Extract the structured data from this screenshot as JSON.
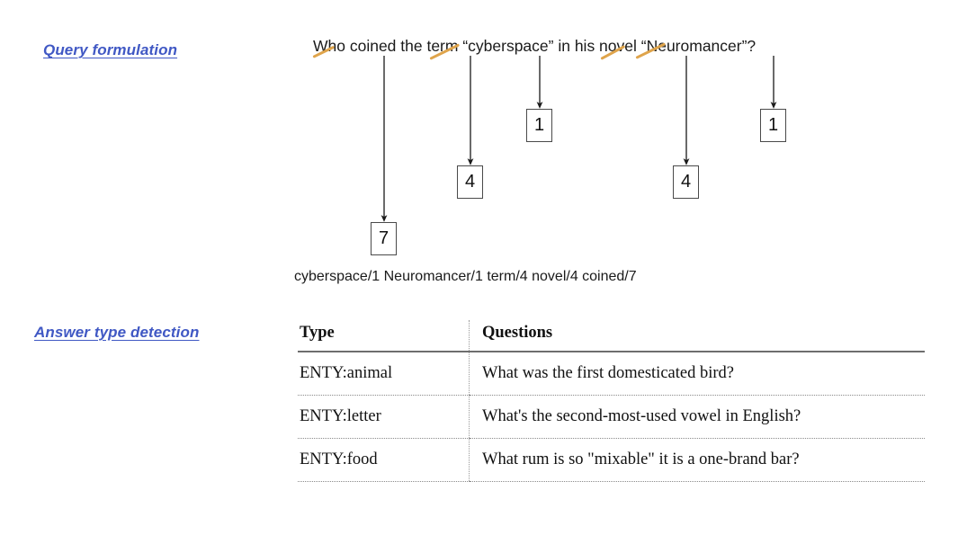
{
  "sections": {
    "query_formulation_label": "Query formulation",
    "answer_type_label": "Answer type detection"
  },
  "query": {
    "question": "Who coined the term “cyberspace” in his novel “Neuromancer”?",
    "struck_words": [
      "Who",
      "the",
      "in",
      "his"
    ],
    "strike_color": "#dfa44b",
    "token_weights_line": "cyberspace/1 Neuromancer/1 term/4 novel/4 coined/7",
    "boxes": [
      {
        "value": "7",
        "source_word": "coined"
      },
      {
        "value": "4",
        "source_word": "term"
      },
      {
        "value": "1",
        "source_word": "cyberspace"
      },
      {
        "value": "4",
        "source_word": "novel"
      },
      {
        "value": "1",
        "source_word": "Neuromancer"
      }
    ]
  },
  "answer_type_table": {
    "columns": [
      "Type",
      "Questions"
    ],
    "rows": [
      {
        "type": "ENTY:animal",
        "question": "What was the first domesticated bird?"
      },
      {
        "type": "ENTY:letter",
        "question": "What's the second-most-used vowel in English?"
      },
      {
        "type": "ENTY:food",
        "question": "What rum is so \"mixable\" it is a one-brand bar?"
      }
    ]
  },
  "colors": {
    "label_blue": "#4058c4",
    "strike_orange": "#dfa44b",
    "box_border": "#4a4a4a",
    "text": "#1a1a1a"
  }
}
